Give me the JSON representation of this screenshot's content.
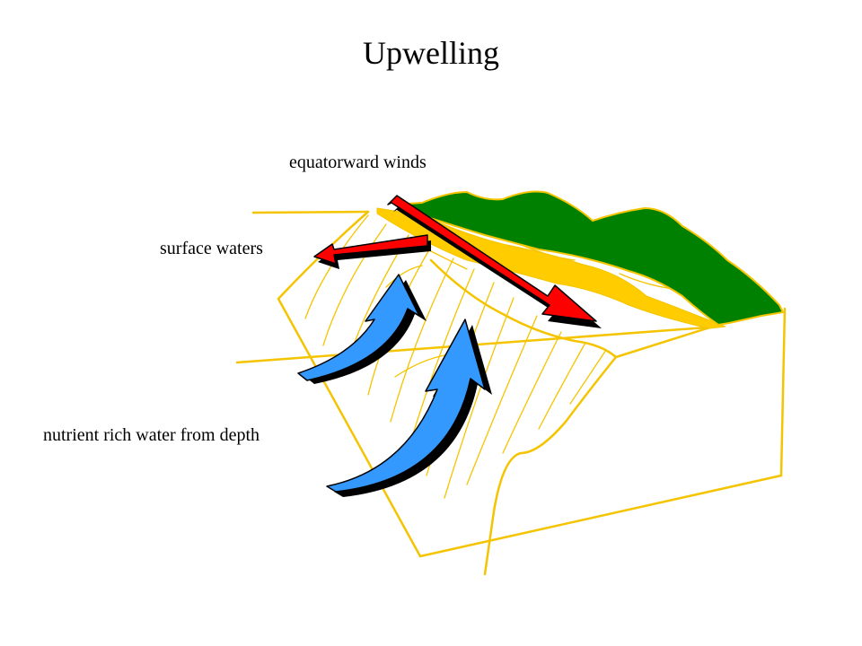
{
  "title": "Upwelling",
  "labels": {
    "winds": "equatorward winds",
    "surface": "surface waters",
    "depth": "nutrient rich water from depth"
  },
  "colors": {
    "outline": "#F5C400",
    "beach": "#FFCC00",
    "land": "#008000",
    "wind_arrow": "#FF0000",
    "upwelling_arrow": "#3399FF",
    "shadow": "#000000"
  }
}
